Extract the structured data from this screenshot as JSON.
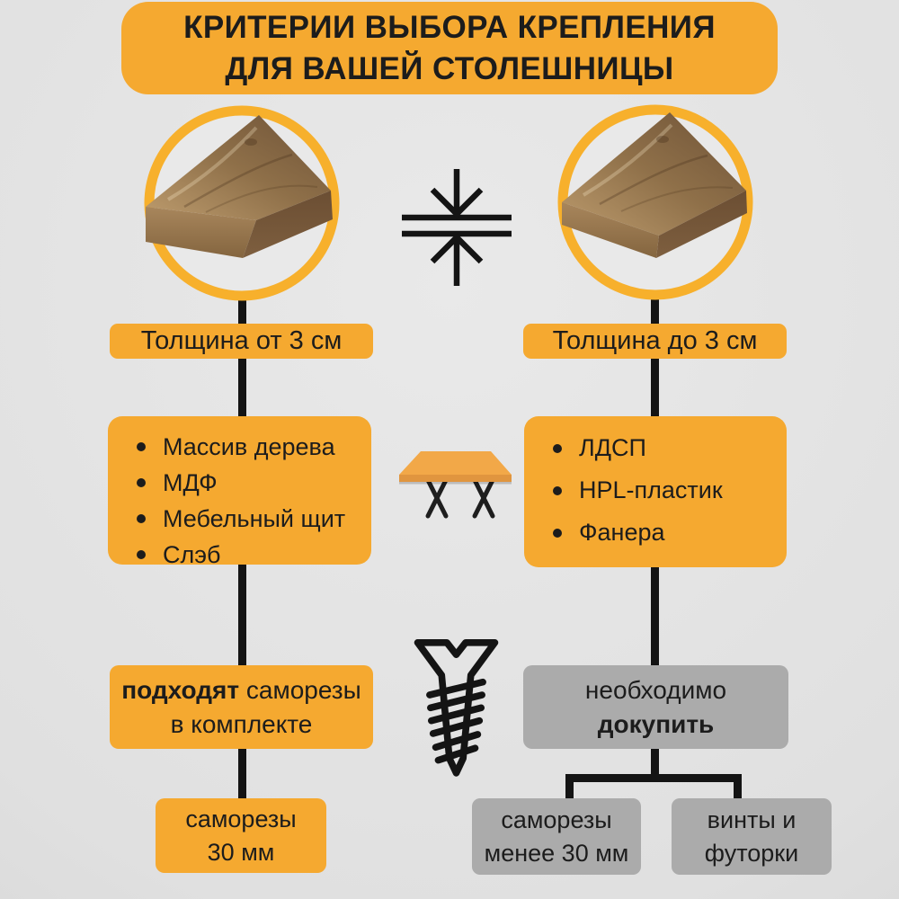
{
  "colors": {
    "background": "#E0E0E0",
    "accent_yellow": "#F5A930",
    "ring_yellow": "#F7B02C",
    "gray_box": "#ABABAB",
    "line_black": "#141414",
    "text": "#1C1C1C"
  },
  "title": {
    "line1": "КРИТЕРИИ ВЫБОРА КРЕПЛЕНИЯ",
    "line2": "ДЛЯ ВАШЕЙ СТОЛЕШНИЦЫ"
  },
  "icons": {
    "thickness": "thickness-compress-icon",
    "table": "table-x-legs-icon",
    "screw": "self-tapping-screw-icon"
  },
  "left": {
    "thickness_label": "Толщина от 3 см",
    "materials": [
      "Массив дерева",
      "МДФ",
      "Мебельный щит",
      "Слэб"
    ],
    "note_bold": "подходят",
    "note_rest": " саморезы",
    "note_line2": "в комплекте",
    "result_line1": "саморезы",
    "result_line2": "30 мм"
  },
  "right": {
    "thickness_label": "Толщина до 3 см",
    "materials": [
      "ЛДСП",
      "HPL-пластик",
      "Фанера"
    ],
    "note_line1": "необходимо",
    "note_bold": "докупить",
    "results": [
      {
        "line1": "саморезы",
        "line2": "менее 30 мм"
      },
      {
        "line1": "винты и",
        "line2": "футорки"
      }
    ]
  }
}
